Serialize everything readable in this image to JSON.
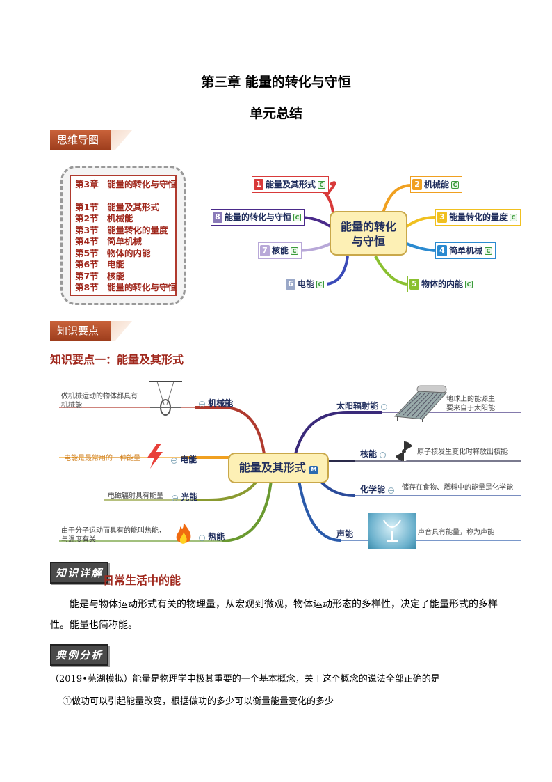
{
  "doc": {
    "title": "第三章  能量的转化与守恒",
    "subtitle": "单元总结"
  },
  "tags": {
    "mindmap": "思维导图",
    "knowledge": "知识要点"
  },
  "toc": {
    "chapter_num": "第3章",
    "chapter_title": "能量的转化与守恒",
    "sections": [
      {
        "num": "第1节",
        "title": "能量及其形式"
      },
      {
        "num": "第2节",
        "title": "机械能"
      },
      {
        "num": "第3节",
        "title": "能量转化的量度"
      },
      {
        "num": "第4节",
        "title": "简单机械"
      },
      {
        "num": "第5节",
        "title": "物体的内能"
      },
      {
        "num": "第6节",
        "title": "电能"
      },
      {
        "num": "第7节",
        "title": "核能"
      },
      {
        "num": "第8节",
        "title": "能量的转化与守恒"
      }
    ]
  },
  "mindmap1": {
    "center_line1": "能量的转化",
    "center_line2": "与守恒",
    "nodes": [
      {
        "n": "1",
        "label": "能量及其形式",
        "color": "#d83a3a"
      },
      {
        "n": "2",
        "label": "机械能",
        "color": "#f0a020"
      },
      {
        "n": "3",
        "label": "能量转化的量度",
        "color": "#f0c020"
      },
      {
        "n": "4",
        "label": "简单机械",
        "color": "#2a8ad0"
      },
      {
        "n": "5",
        "label": "物体的内能",
        "color": "#8ac030"
      },
      {
        "n": "6",
        "label": "电能",
        "color": "#9aa8c8"
      },
      {
        "n": "7",
        "label": "核能",
        "color": "#b8a8d8"
      },
      {
        "n": "8",
        "label": "能量的转化与守恒",
        "color": "#8a7ab8"
      }
    ],
    "c_icon": "C"
  },
  "point1": {
    "heading": "知识要点一：能量及其形式",
    "center": "能量及其形式",
    "center_icon": "M",
    "left": [
      {
        "label": "机械能",
        "leaf": [
          "做机械运动的物体都具有",
          "机械能"
        ]
      },
      {
        "label": "电能",
        "leaf": [
          "电能是最常用的一种能量"
        ]
      },
      {
        "label": "光能",
        "leaf": [
          "电磁辐射具有能量"
        ]
      },
      {
        "label": "热能",
        "leaf": [
          "由于分子运动而具有的能叫热能，",
          "与温度有关"
        ]
      }
    ],
    "right": [
      {
        "label": "太阳辐射能",
        "leaf": [
          "地球上的能源主",
          "要来自于太阳能"
        ]
      },
      {
        "label": "核能",
        "leaf": [
          "原子核发生变化时释放出核能"
        ]
      },
      {
        "label": "化学能",
        "leaf": [
          "储存在食物、燃料中的能量是化学能"
        ]
      },
      {
        "label": "声能",
        "leaf": [
          "声音具有能量，称为声能"
        ]
      }
    ]
  },
  "detail": {
    "badge": "知识详解",
    "heading": "日常生活中的能",
    "para": "能是与物体运动形式有关的物理量，从宏观到微观，物体运动形态的多样性，决定了能量形式的多样性。能量也简称能。"
  },
  "example": {
    "badge": "典例分析",
    "question": "（2019•芜湖模拟）能量是物理学中极其重要的一个基本概念，关于这个概念的说法全部正确的是",
    "item1": "①做功可以引起能量改变，根据做功的多少可以衡量能量变化的多少"
  }
}
